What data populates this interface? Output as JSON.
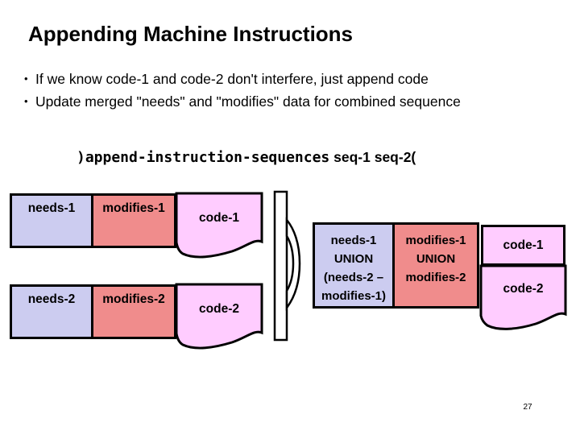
{
  "slide": {
    "title": "Appending Machine Instructions",
    "bullet_char": "•",
    "bullets": [
      "If we know code-1 and code-2 don't interfere, just append code",
      "Update merged \"needs\" and \"modifies\" data for combined sequence"
    ],
    "code": {
      "procedure": ")append-instruction-sequences",
      "args": " seq-1 seq-2("
    },
    "page_number": "27"
  },
  "colors": {
    "needs": "#ccccf0",
    "modifies": "#f08c8c",
    "code": "#ffccff"
  },
  "diagram": {
    "left": {
      "row1": {
        "needs": "needs-1",
        "modifies": "modifies-1",
        "code": "code-1"
      },
      "row2": {
        "needs": "needs-2",
        "modifies": "modifies-2",
        "code": "code-2"
      }
    },
    "right": {
      "needs_lines": [
        "needs-1",
        "UNION",
        "(needs-2 –",
        "modifies-1)"
      ],
      "modifies_lines": [
        "modifies-1",
        "UNION",
        "modifies-2"
      ],
      "code1": "code-1",
      "code2": "code-2"
    }
  }
}
